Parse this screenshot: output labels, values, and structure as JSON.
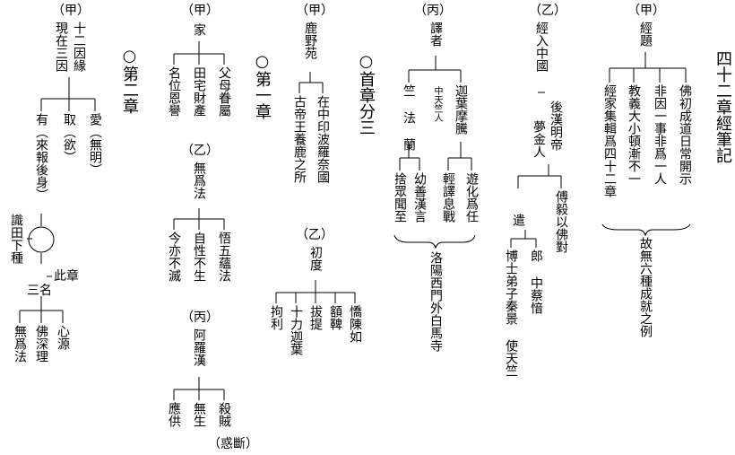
{
  "title": "四十二章經筆記",
  "col_title": {
    "head": "（甲）",
    "node": "經題",
    "items": [
      "佛初成道日常開示",
      "非因一事非爲一人",
      "教義大小頓漸不一",
      "經家集輯爲四十二章"
    ],
    "summary": "故無六種成就之例"
  },
  "col_entry": {
    "head": "（乙）",
    "node": "經入中國",
    "sub": "後漢明帝",
    "emperor": "夢金人",
    "items": [
      "傅毅以佛對",
      "遣"
    ],
    "envoys": [
      "郎 中蔡愔",
      "博士弟子秦景 使天竺"
    ]
  },
  "col_translator": {
    "head": "（丙）",
    "node": "譯者",
    "monk1": "迦葉摩騰",
    "monk2": "竺 法 蘭",
    "origin": "中天竺人",
    "acts": [
      "遊化爲任",
      "輕譯息戰",
      "幼善漢言",
      "捨眾聞至"
    ],
    "place": "洛陽西門外白馬寺"
  },
  "chapter_first": {
    "title": "○首章分三",
    "head": "（甲）",
    "node": "鹿野苑",
    "items": [
      "在中印波羅奈國",
      "古帝王養鹿之所"
    ],
    "head2": "（乙）",
    "node2": "初度",
    "people": [
      "憍陳如",
      "額鞞",
      "拔提",
      "十力迦葉",
      "拘利"
    ]
  },
  "chapter_one": {
    "title": "○第一章",
    "head": "（甲）",
    "node": "家",
    "items": [
      "父母眷屬",
      "田宅財產",
      "名位恩譽"
    ],
    "head2": "（乙）",
    "node2": "無爲法",
    "items2": [
      "悟五蘊法",
      "自性不生",
      "今亦不滅"
    ],
    "head3": "（丙）",
    "node3": "阿羅漢",
    "items3": [
      "殺賊",
      "無生",
      "應供"
    ],
    "note": "（惑斷）"
  },
  "chapter_two": {
    "title": "○第二章",
    "head": "（甲）",
    "node": "十二因緣",
    "node_b": "現在三因",
    "items": [
      "愛（無明）",
      "取（欲）",
      "有（來報後身）"
    ],
    "seed": "識田下種",
    "node2": "此章",
    "node2_b": "三名",
    "items2": [
      "心源",
      "佛深理",
      "無爲法"
    ]
  }
}
